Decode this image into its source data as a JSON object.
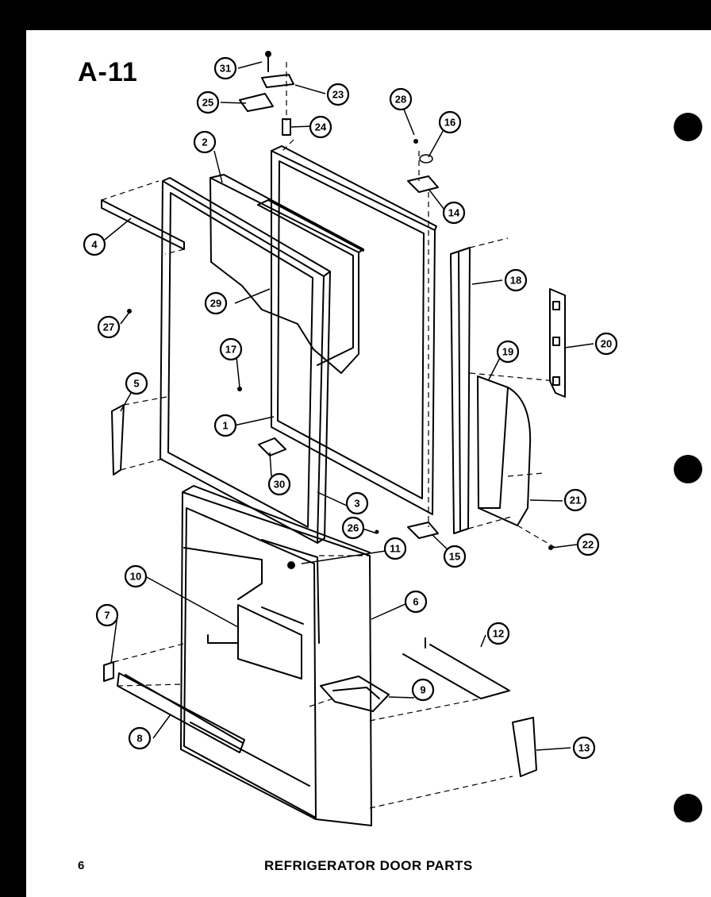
{
  "page": {
    "id": "A-11",
    "number": "6",
    "title": "REFRIGERATOR DOOR PARTS"
  },
  "callouts": [
    "1",
    "2",
    "3",
    "4",
    "5",
    "6",
    "7",
    "8",
    "9",
    "10",
    "11",
    "12",
    "13",
    "14",
    "15",
    "16",
    "17",
    "18",
    "19",
    "20",
    "21",
    "22",
    "23",
    "24",
    "25",
    "26",
    "27",
    "28",
    "29",
    "30",
    "31"
  ],
  "colors": {
    "ink": "#000000",
    "paper": "#ffffff",
    "background": "#000000"
  }
}
